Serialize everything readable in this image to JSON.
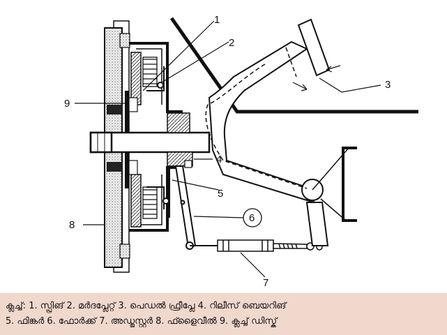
{
  "figure": {
    "labels": {
      "l1": "1",
      "l2": "2",
      "l3": "3",
      "l4": "4",
      "l5": "5",
      "l6": "6",
      "l7": "7",
      "l8": "8",
      "l9": "9"
    }
  },
  "caption": {
    "line1": "ക്ലച്ച്: 1. സ്പ്രിങ് 2. മർദപ്ലേറ്റ് 3. പെഡൽ ഫ്രീപ്ലേ 4. റിലീസ് ബെയറിങ്",
    "line2": "5. ഫിങ്കർ 6. ഫോർക്ക് 7. അഡ്ജസ്റ്റർ 8. ഫ്ളൈവീൽ 9. ക്ലച്ച് ഡിസ്ക്"
  }
}
